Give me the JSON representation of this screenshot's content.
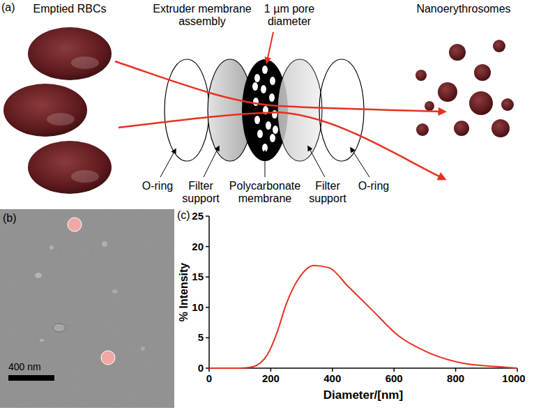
{
  "diagram": {
    "labels": [
      "(a)",
      "Emptied RBCs",
      "Extruder membrane assembly",
      "1 µm pore diameter",
      "Nanoerythrosomes",
      "O-ring",
      "Filter support",
      "Polycarbonate membrane",
      "Filter support",
      "O-ring",
      "(b)",
      "400 nm",
      "(c)",
      "25",
      "20",
      "15",
      "10",
      "5",
      "0",
      "0",
      "200",
      "400",
      "600",
      "800",
      "1000",
      "% Intensity",
      "Diameter/[nm]"
    ]
  }
}
